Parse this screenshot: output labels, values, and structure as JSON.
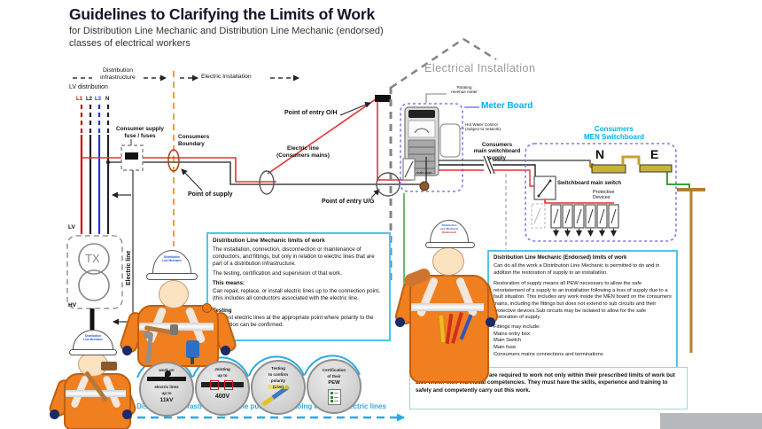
{
  "page": {
    "title": "Guidelines to Clarifying the Limits of Work",
    "subtitle1": "for Distribution Line Mechanic and Distribution Line Mechanic (endorsed)",
    "subtitle2": "classes of electrical workers"
  },
  "flow": {
    "distribution_infrastructure": "Distribution\ninfrastructure",
    "electric_installation": "Electric Installation",
    "lv_distribution": "LV distribution",
    "wires": [
      "L1",
      "L2",
      "L3",
      "N"
    ]
  },
  "labels": {
    "consumer_supply_fuse": "Consumer supply\nfuse / fuses",
    "consumers_boundary": "Consumers\nBoundary",
    "point_of_supply": "Point of supply",
    "electric_line_mains": "Electric line\n(Consumers mains)",
    "point_of_entry_oh": "Point of entry O/H",
    "point_of_entry_ug": "Point of entry U/G",
    "electric_line": "Electric line",
    "electrical_installation_watermark": "Electrical Installation",
    "lv": "LV",
    "hv": "HV",
    "tx": "TX"
  },
  "meter_board": {
    "title": "Meter Board",
    "rotating_meter": "Rotating\nrevenue meter",
    "hot_water": "Hot Water Control\n(subject to network)",
    "main_fuse": "main fuse",
    "supply": "Consumers\nmain switchboard supply"
  },
  "men_board": {
    "title": "Consumers\nMEN  Switchboard",
    "neutral": "N",
    "earth": "E",
    "main_switch": "Switchboard main switch",
    "protective_devices": "Protective\nDevices"
  },
  "left_box": {
    "title": "Distribution Line Mechanic limits of work",
    "p1": "The installation, connection, disconnection or maintenance of conductors, and fittings, but only in relation to electric lines that are part of a distribution infrastructure.",
    "p2": "The testing, certification and supervision of that work.",
    "h_means": "This means:",
    "p3": "Can repair, replace, or install electric lines up to the connection point, (this includes all conductors associated with the electric line.",
    "h_testing": "Testing",
    "p4": "Can test electric lines at the appropriate point where polarity to the installation can be confirmed."
  },
  "right_box": {
    "title": "Distribution Line Mechanic (Endorsed) limits of work",
    "p1": "Can do all the work a Distribution Line Mechanic is permitted to do and in addition the restoration of supply to an installation.",
    "p2": "Restoration of supply means all PEW necessary to allow the safe reinstatement of a supply to an installation following a loss of supply due to a fault situation. This includes any work inside the MEN board on the consumers mains, including the fittings but does not extend to sub circuits and their protective devices.Sub circuits may be isolated to allow for the safe restoration of supply.",
    "h_fittings": "Fittings may include:",
    "items": [
      "Mains entry box",
      "Main Switch",
      "Main fuse",
      "Consumers mains connections and terminations"
    ]
  },
  "bottom_note": "Line Mechanics at all times are required to work not only within their prescribed limits of work but also within their individual competencies. They  must have the skills, experience and training to safely and competently carry out this work.",
  "badges": [
    {
      "lines": [
        "work on",
        "electric lines",
        "up to",
        "11kV"
      ]
    },
    {
      "lines": [
        "Jointing",
        "up to",
        "400V"
      ]
    },
    {
      "lines": [
        "Testing",
        "to confirm",
        "polarity",
        "(Live)"
      ]
    },
    {
      "lines": [
        "Certification",
        "of their",
        "PEW"
      ]
    }
  ],
  "bottom_arrow_label": "Distribution infrastructure for the purposes of doing  work on electric lines",
  "workers": {
    "line_mechanic": "Distribution\nLine Mechanic",
    "endorsed": "(Endorsed)"
  },
  "colors": {
    "accent_cyan": "#00b0f0",
    "boundary_orange": "#e8a43a",
    "phase_red": "#e83030",
    "neutral_black": "#222222",
    "earth_green": "#3aa03a",
    "bar_olive": "#c8b23c",
    "board_border_blue": "#7b7bf2"
  }
}
